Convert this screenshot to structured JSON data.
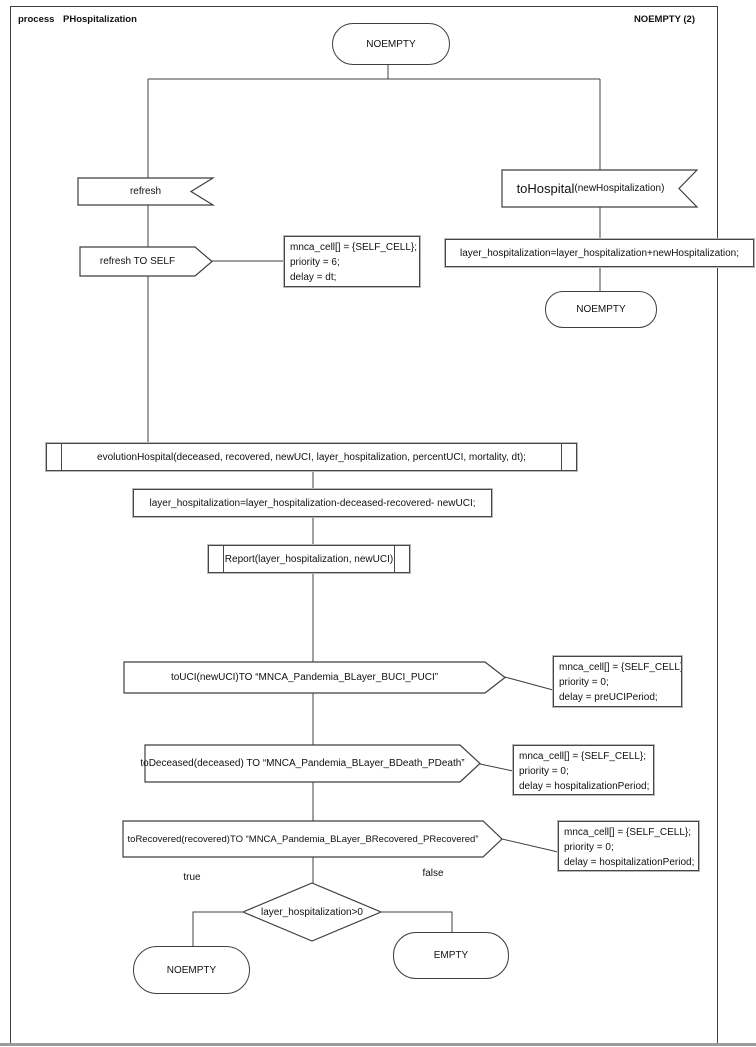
{
  "header": {
    "kind": "process",
    "name": "PHospitalization",
    "state": "NOEMPTY (2)"
  },
  "colors": {
    "line": "#404040",
    "box_border": "#464646",
    "box_halo": "#b8b8b8",
    "text": "#111111",
    "page_edge": "#9b9b9b",
    "background": "#ffffff"
  },
  "flow": {
    "start_state": {
      "label": "NOEMPTY"
    },
    "refresh_receive": {
      "label": "refresh"
    },
    "refresh_send": {
      "label": "refresh TO SELF"
    },
    "refresh_note": {
      "lines": [
        "mnca_cell[] = {SELF_CELL};",
        "priority = 6;",
        "delay = dt;"
      ]
    },
    "to_hospital_receive": {
      "name": "toHospital",
      "args": "(newHospitalization)"
    },
    "hospitalization_add": {
      "label": "layer_hospitalization=layer_hospitalization+newHospitalization;"
    },
    "hospital_branch_end_state": {
      "label": "NOEMPTY"
    },
    "evolution_call": {
      "label": "evolutionHospital(deceased, recovered, newUCI, layer_hospitalization, percentUCI, mortality, dt);"
    },
    "hospitalization_subtract": {
      "label": "layer_hospitalization=layer_hospitalization-deceased-recovered- newUCI;"
    },
    "report_call": {
      "label": "Report(layer_hospitalization, newUCI)"
    },
    "to_uci_send": {
      "label": "toUCI(newUCI)TO “MNCA_Pandemia_BLayer_BUCI_PUCI”"
    },
    "to_uci_note": {
      "lines": [
        "mnca_cell[] = {SELF_CELL};",
        "priority = 0;",
        "delay = preUCIPeriod;"
      ]
    },
    "to_deceased_send": {
      "label": "toDeceased(deceased) TO “MNCA_Pandemia_BLayer_BDeath_PDeath”"
    },
    "to_deceased_note": {
      "lines": [
        "mnca_cell[] = {SELF_CELL};",
        "priority = 0;",
        "delay = hospitalizationPeriod;"
      ]
    },
    "to_recovered_send": {
      "label": "toRecovered(recovered)TO “MNCA_Pandemia_BLayer_BRecovered_PRecovered”"
    },
    "to_recovered_note": {
      "lines": [
        "mnca_cell[] = {SELF_CELL};",
        "priority = 0;",
        "delay = hospitalizationPeriod;"
      ]
    },
    "decision": {
      "label": "layer_hospitalization>0",
      "true_label": "true",
      "false_label": "false"
    },
    "true_end_state": {
      "label": "NOEMPTY"
    },
    "false_end_state": {
      "label": "EMPTY"
    }
  }
}
